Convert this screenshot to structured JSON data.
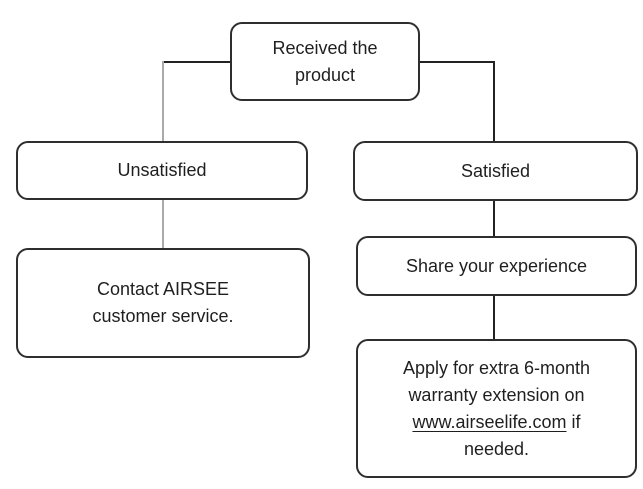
{
  "diagram": {
    "type": "flowchart",
    "nodes": {
      "received": {
        "lines": [
          "Received the",
          "product"
        ]
      },
      "unsatisfied": {
        "label": "Unsatisfied"
      },
      "contact": {
        "lines": [
          "Contact AIRSEE",
          "customer service."
        ]
      },
      "satisfied": {
        "label": "Satisfied"
      },
      "share": {
        "label": "Share your experience"
      },
      "apply": {
        "line1": "Apply for extra 6-month",
        "line2": "warranty extension on",
        "link": "www.airseelife.com",
        "line3_suffix": " if",
        "line4": "needed."
      }
    },
    "edges": [
      {
        "from": "received",
        "to": "unsatisfied"
      },
      {
        "from": "received",
        "to": "satisfied"
      },
      {
        "from": "unsatisfied",
        "to": "contact"
      },
      {
        "from": "satisfied",
        "to": "share"
      },
      {
        "from": "share",
        "to": "apply"
      }
    ],
    "style": {
      "node_border_color": "#2e2e2e",
      "connector_dark": "#222222",
      "connector_gray": "#a9a9a9",
      "text_color": "#1f1f1f",
      "background": "#ffffff"
    }
  }
}
